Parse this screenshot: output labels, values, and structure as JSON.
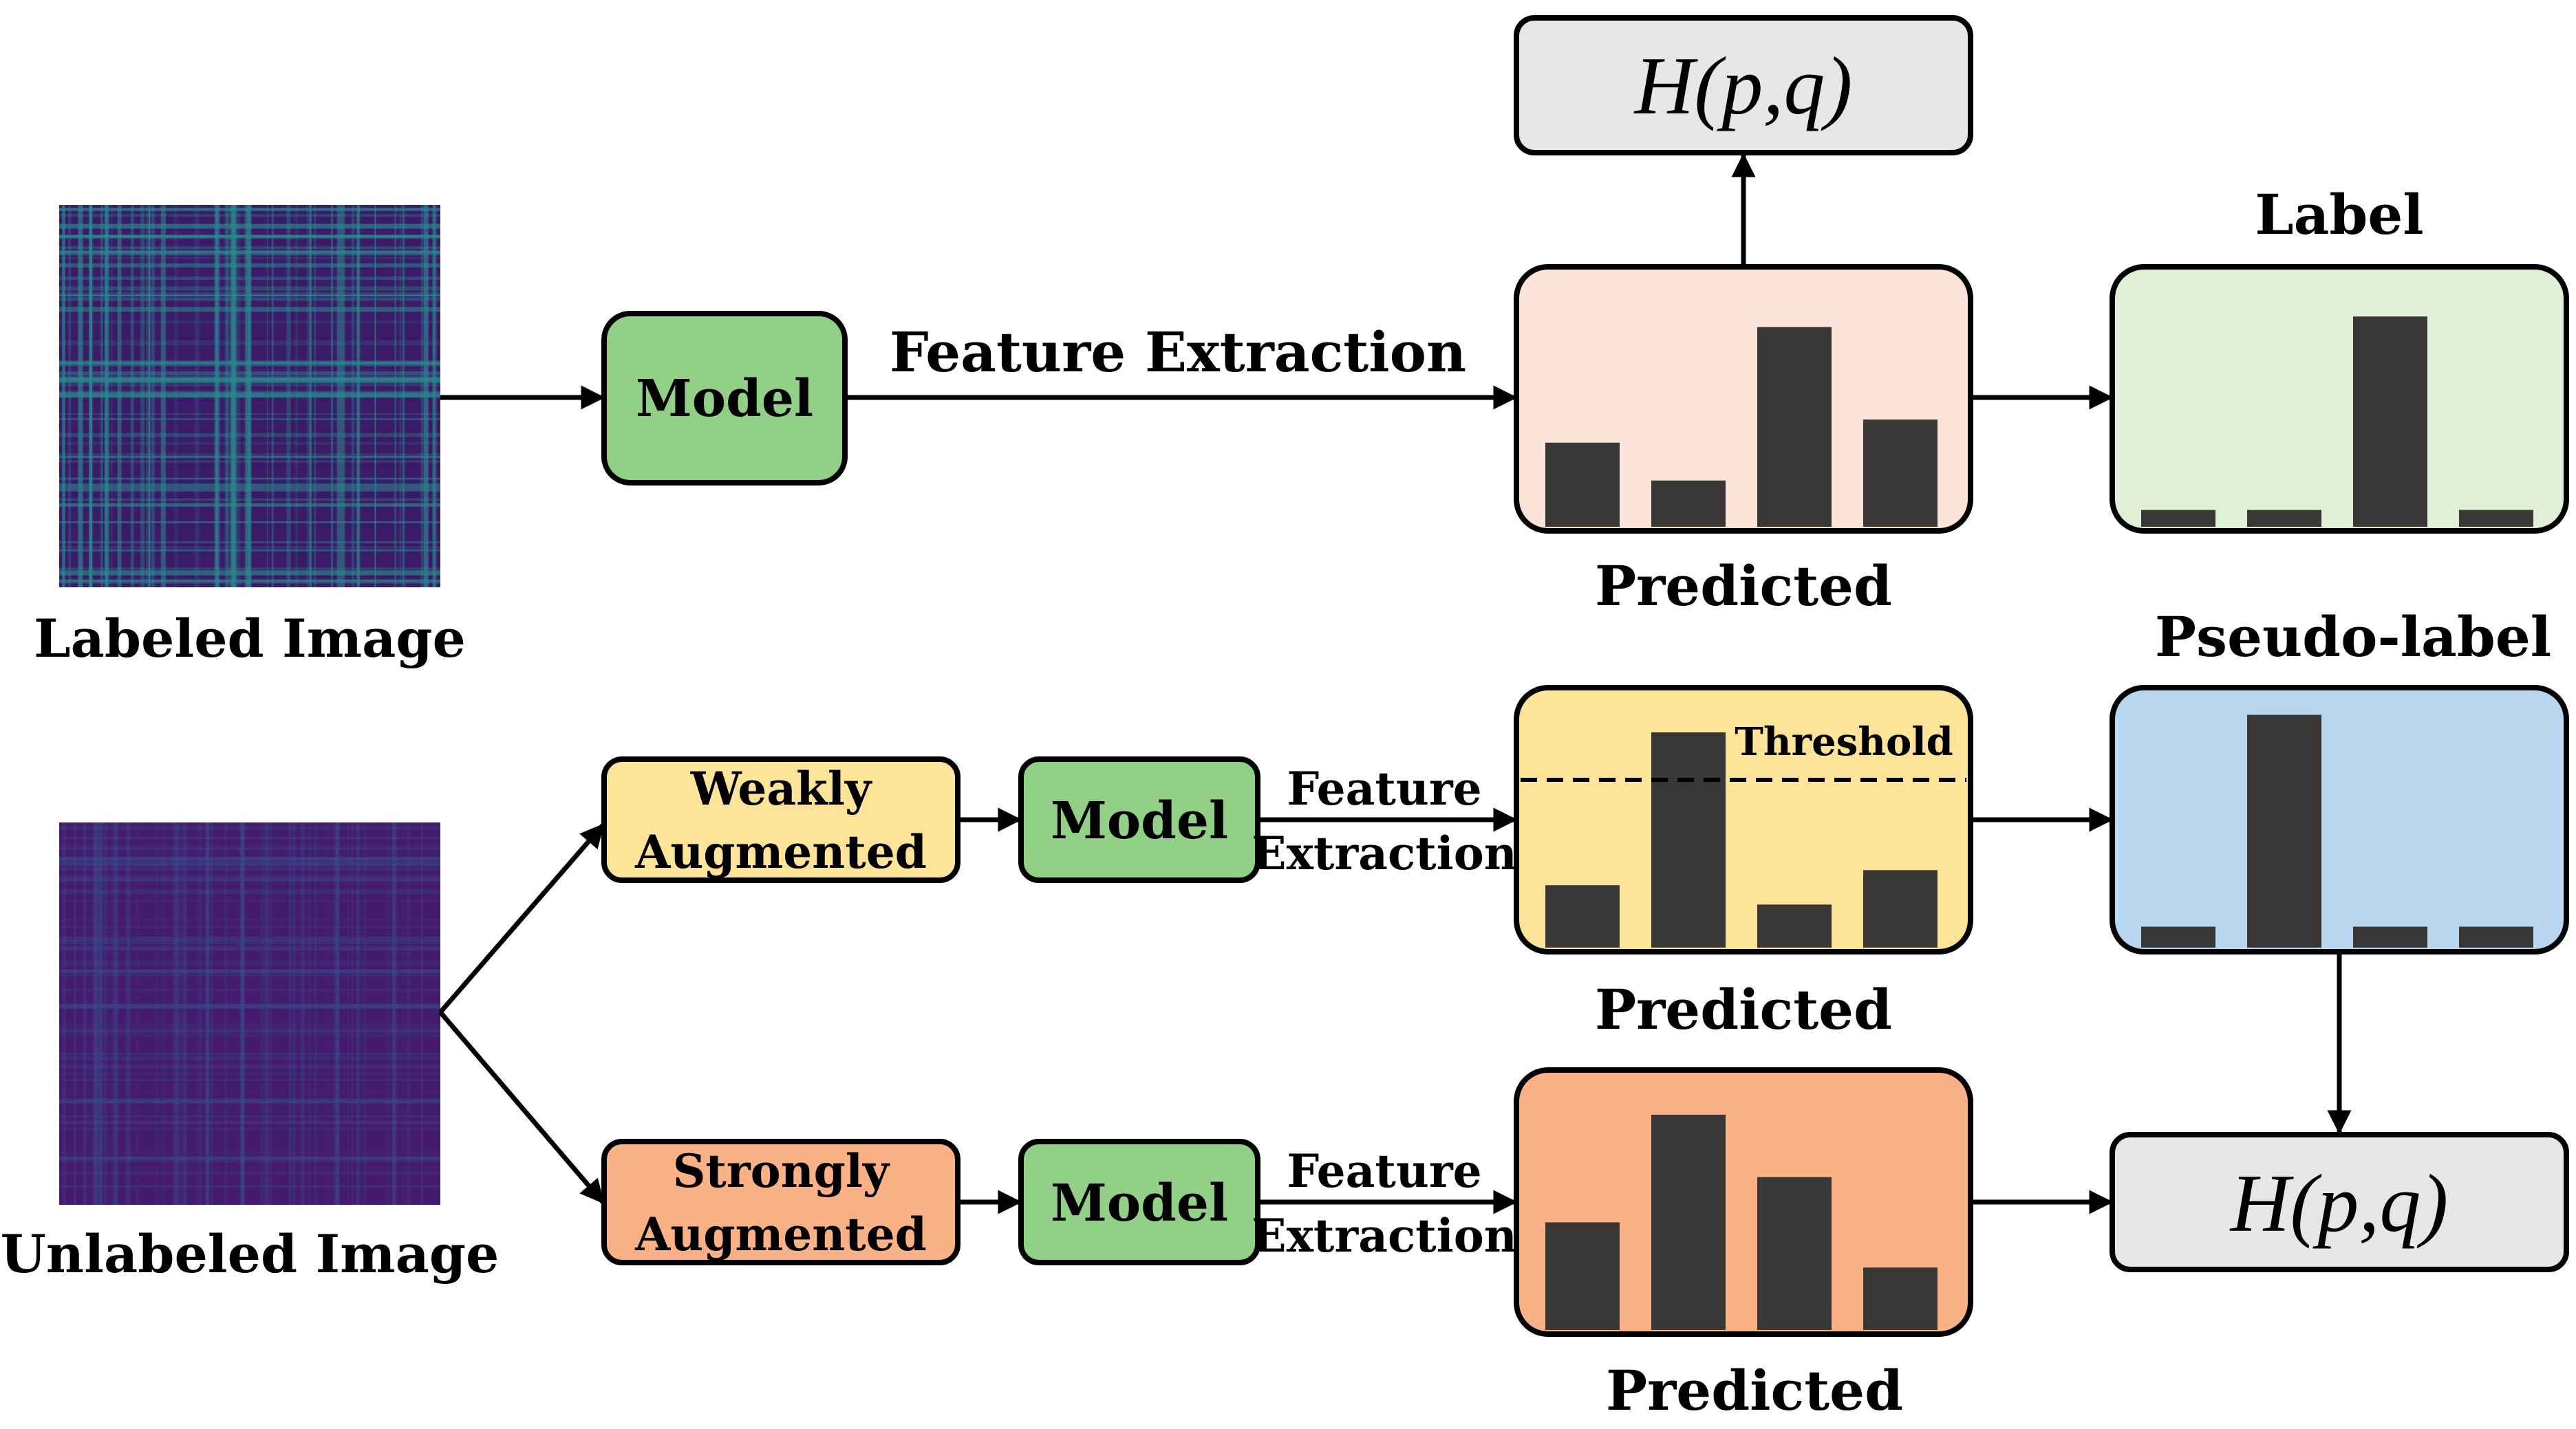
{
  "labeled_image": {
    "caption": "Labeled Image"
  },
  "unlabeled_image": {
    "caption": "Unlabeled Image"
  },
  "model_label": "Model",
  "feature_extraction_label": "Feature Extraction",
  "feature_label": "Feature",
  "extraction_label": "Extraction",
  "weak_aug": {
    "line1": "Weakly",
    "line2": "Augmented"
  },
  "strong_aug": {
    "line1": "Strongly",
    "line2": "Augmented"
  },
  "predicted_label": "Predicted",
  "label_title": "Label",
  "pseudo_label_title": "Pseudo-label",
  "threshold_label": "Threshold",
  "loss_formula": "H(p,q)",
  "distributions": {
    "labeled_predicted": [
      0.4,
      0.22,
      0.95,
      0.51
    ],
    "label": [
      0.08,
      0.08,
      1.0,
      0.08
    ],
    "weak_predicted": [
      0.29,
      1.0,
      0.2,
      0.36
    ],
    "pseudo_label": [
      0.09,
      1.0,
      0.09,
      0.09
    ],
    "strong_predicted": [
      0.5,
      1.0,
      0.71,
      0.29
    ]
  },
  "colors": {
    "heatmap_base": "#3b1a68",
    "heatmap_line": "#2a8a8e",
    "heatmap_base_unlabeled": "#441b6e",
    "heatmap_line_unlabeled": "#3a4a8c",
    "model_fill": "#92d087",
    "labeled_pred_fill": "#fde4d8",
    "label_fill": "#dff0d6",
    "weak_fill": "#fde499",
    "pseudo_fill": "#b9d8f0",
    "strong_fill": "#fbb186",
    "loss_fill": "#e6e6e6",
    "bar": "#3a3836"
  }
}
